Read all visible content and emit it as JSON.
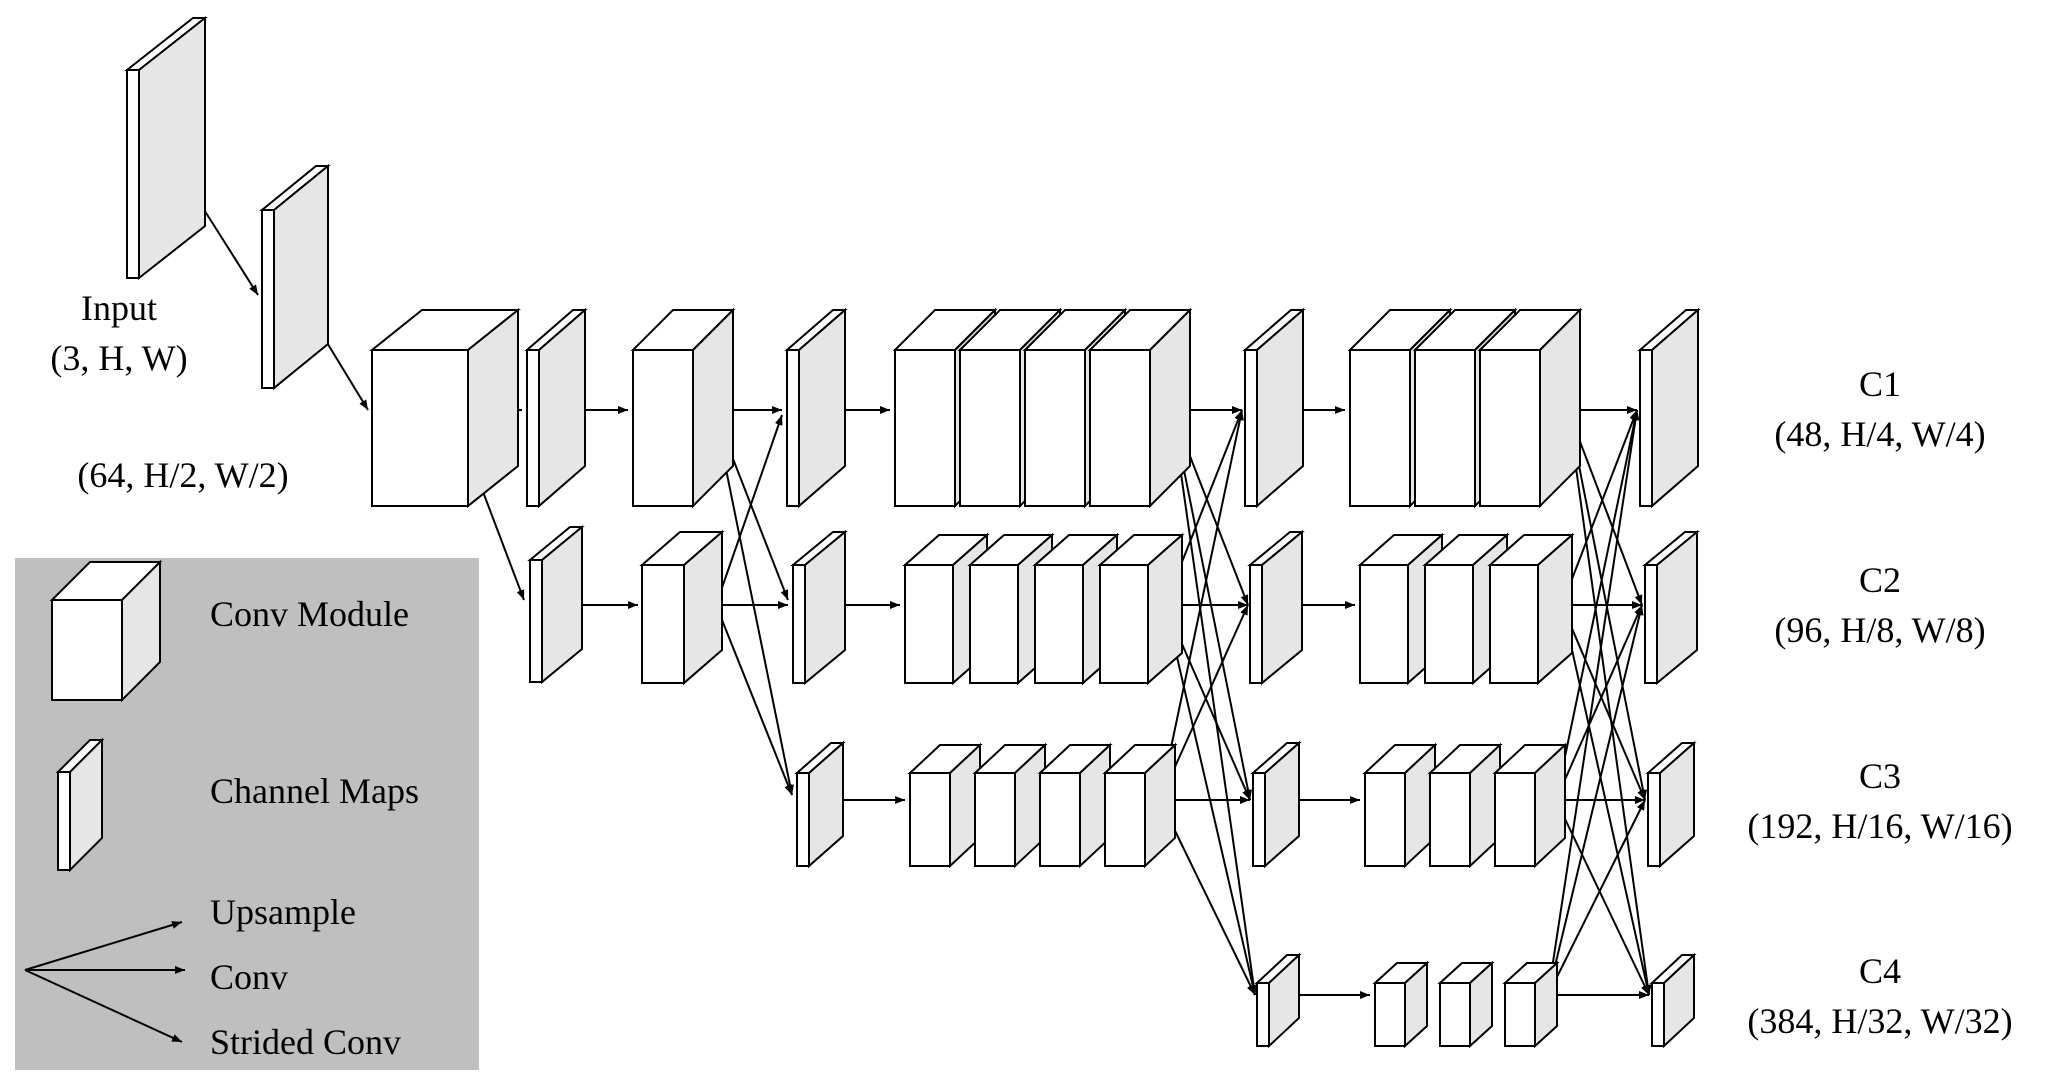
{
  "colors": {
    "face": "#ffffff",
    "side": "#e6e6e6",
    "stroke": "#000000",
    "legend_bg": "#bfbfbf"
  },
  "input": {
    "title": "Input",
    "shape": "(3, H, W)"
  },
  "stem_shape": "(64, H/2, W/2)",
  "outputs": [
    {
      "name": "C1",
      "shape": "(48, H/4, W/4)"
    },
    {
      "name": "C2",
      "shape": "(96, H/8, W/8)"
    },
    {
      "name": "C3",
      "shape": "(192, H/16, W/16)"
    },
    {
      "name": "C4",
      "shape": "(384, H/32, W/32)"
    }
  ],
  "legend": {
    "conv_module": "Conv Module",
    "channel_maps": "Channel Maps",
    "upsample": "Upsample",
    "conv": "Conv",
    "strided_conv": "Strided Conv"
  }
}
